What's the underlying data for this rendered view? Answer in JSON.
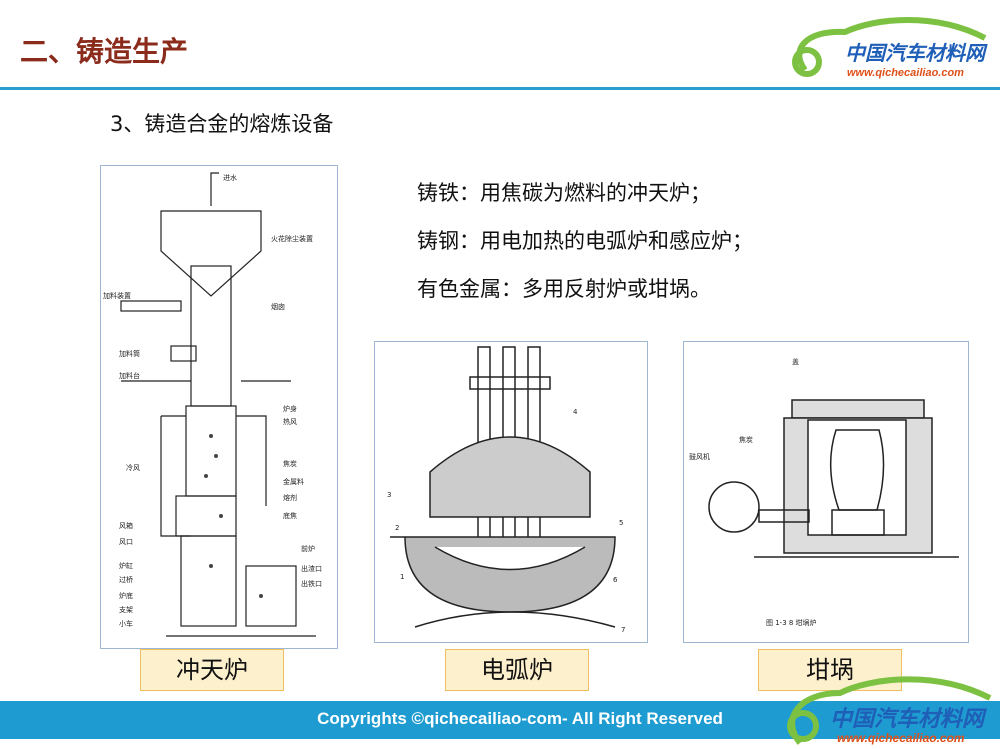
{
  "header": {
    "title": "二、铸造生产",
    "subtitle": "3、铸造合金的熔炼设备"
  },
  "logo": {
    "name": "中国汽车材料网",
    "url": "www.qichecailiao.com"
  },
  "body_lines": [
    "铸铁：用焦碳为燃料的冲天炉；",
    "铸钢：用电加热的电弧炉和感应炉；",
    "有色金属：多用反射炉或坩埚。"
  ],
  "figures": {
    "cupola": {
      "caption": "冲天炉",
      "labels": [
        "进水",
        "火花除尘装置",
        "加料装置",
        "烟囱",
        "加料筒",
        "加料台",
        "炉身",
        "热风",
        "冷风",
        "焦炭",
        "金属料",
        "熔剂",
        "底焦",
        "风箱",
        "风口",
        "前炉",
        "炉缸",
        "出渣口",
        "过桥",
        "出铁口",
        "炉底",
        "支架",
        "小车"
      ]
    },
    "arc": {
      "caption": "电弧炉",
      "labels": [
        "1",
        "2",
        "3",
        "4",
        "5",
        "6",
        "7"
      ]
    },
    "crucible": {
      "caption": "坩埚",
      "labels": [
        "盖",
        "焦炭",
        "鼓风机"
      ],
      "figure_title": "图 1-3 8  坩埚炉"
    }
  },
  "footer": {
    "copyright": "Copyrights ©qichecailiao-com- All Right Reserved"
  },
  "colors": {
    "title": "#8b2b1c",
    "accent": "#1e9bd0",
    "caption_bg": "#fdf0cc",
    "logo_green": "#7cc142"
  }
}
